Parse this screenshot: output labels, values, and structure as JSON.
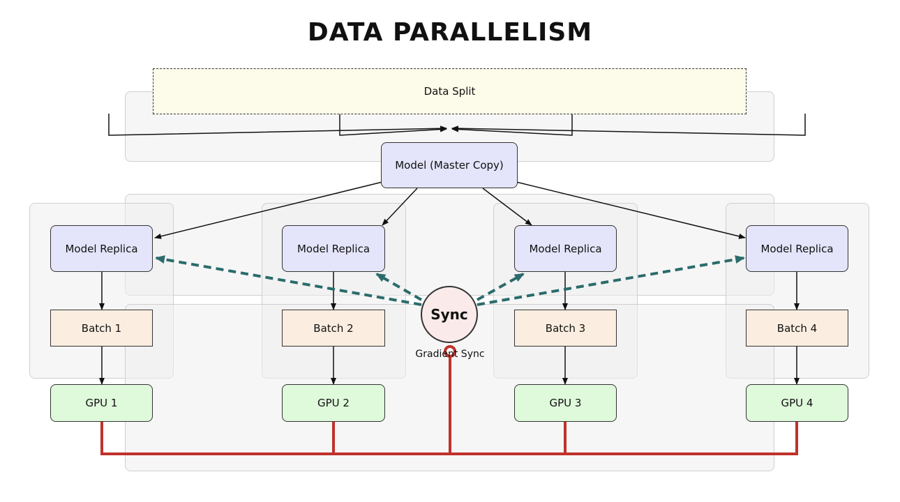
{
  "title": "DATA PARALLELISM",
  "data_split": "Data Split",
  "master": "Model (Master Copy)",
  "workers": [
    {
      "replica": "Model Replica",
      "batch": "Batch 1",
      "gpu": "GPU 1"
    },
    {
      "replica": "Model Replica",
      "batch": "Batch 2",
      "gpu": "GPU 2"
    },
    {
      "replica": "Model Replica",
      "batch": "Batch 3",
      "gpu": "GPU 3"
    },
    {
      "replica": "Model Replica",
      "batch": "Batch 4",
      "gpu": "GPU 4"
    }
  ],
  "sync": {
    "label": "Sync",
    "caption": "Gradient Sync"
  },
  "colors": {
    "sync_arrow": "#2b6b6b",
    "bus": "#c0322b",
    "model_fill": "#e4e4fa",
    "batch_fill": "#fbeee0",
    "gpu_fill": "#dff9db",
    "split_fill": "#fdfbe9"
  }
}
